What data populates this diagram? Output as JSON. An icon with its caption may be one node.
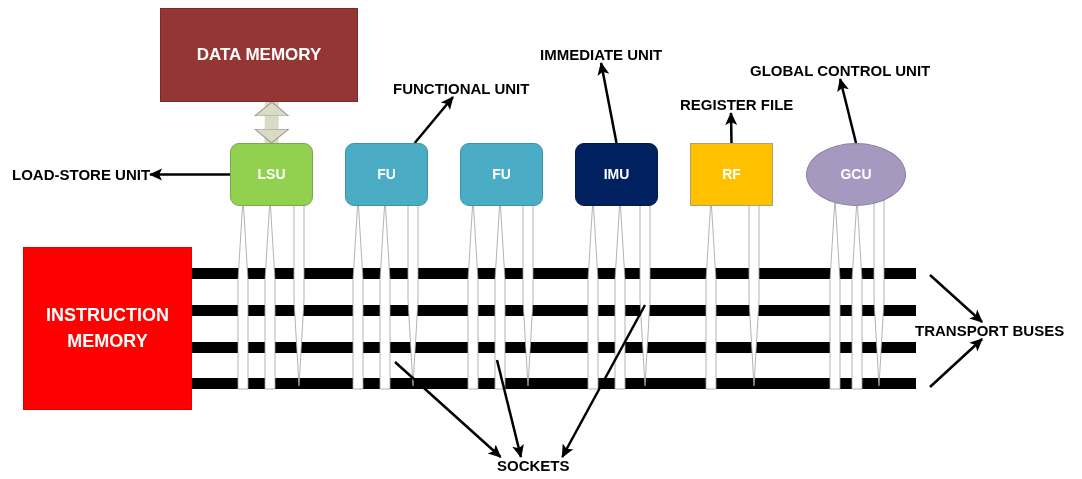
{
  "diagram": {
    "nodes": [
      {
        "text": [
          "DATA MEMORY"
        ]
      },
      {
        "text": [
          "LSU"
        ]
      },
      {
        "text": [
          "FU"
        ]
      },
      {
        "text": [
          "FU"
        ]
      },
      {
        "text": [
          "IMU"
        ]
      },
      {
        "text": [
          "RF"
        ]
      },
      {
        "text": [
          "GCU"
        ]
      },
      {
        "text": [
          "INSTRUCTION MEMORY"
        ]
      },
      {
        "text": [
          "LOAD-STORE UNIT"
        ]
      },
      {
        "text": [
          "FUNCTIONAL UNIT"
        ]
      },
      {
        "text": [
          "IMMEDIATE UNIT"
        ]
      },
      {
        "text": [
          "REGISTER FILE"
        ]
      },
      {
        "text": [
          "GLOBAL CONTROL UNIT"
        ]
      },
      {
        "text": [
          "TRANSPORT BUSES"
        ]
      },
      {
        "text": [
          "SOCKETS"
        ]
      }
    ],
    "edges": [
      {
        "from": 0,
        "to": 1,
        "arrow": "both",
        "style": "thick",
        "color": "#d8dcc6"
      },
      {
        "from": 1,
        "to": 8,
        "arrow": "to"
      },
      {
        "from": 2,
        "to": 9,
        "arrow": "to"
      },
      {
        "from": 4,
        "to": 10,
        "arrow": "to"
      },
      {
        "from": 5,
        "to": 11,
        "arrow": "to"
      },
      {
        "from": 6,
        "to": 12,
        "arrow": "to"
      },
      {
        "from": null,
        "to": 13,
        "arrow": "to"
      },
      {
        "from": null,
        "to": 13,
        "arrow": "to"
      },
      {
        "from": null,
        "to": 14,
        "arrow": "to"
      },
      {
        "from": null,
        "to": 14,
        "arrow": "to"
      },
      {
        "from": null,
        "to": 14,
        "arrow": "to"
      }
    ]
  }
}
